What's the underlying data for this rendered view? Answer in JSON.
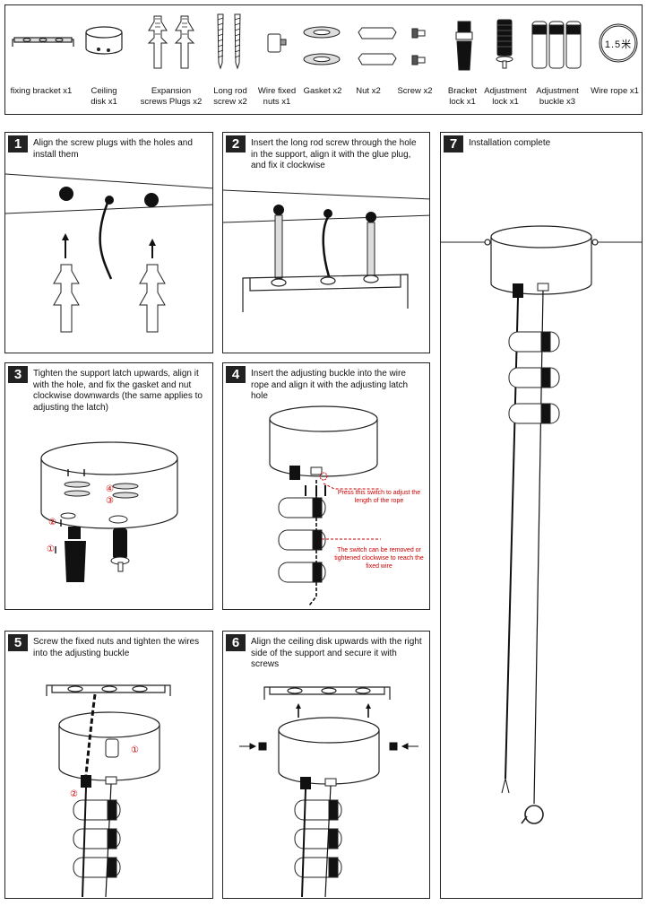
{
  "parts": [
    {
      "label_lines": [
        "fixing bracket x1"
      ],
      "icon": "fixing-bracket-icon"
    },
    {
      "label_lines": [
        "Ceiling",
        "disk x1"
      ],
      "icon": "ceiling-disk-icon"
    },
    {
      "label_lines": [
        "Expansion",
        "screws Plugs x2"
      ],
      "icon": "expansion-plug-icon"
    },
    {
      "label_lines": [
        "Long rod",
        "screw x2"
      ],
      "icon": "long-rod-screw-icon"
    },
    {
      "label_lines": [
        "Wire fixed",
        "nuts x1"
      ],
      "icon": "wire-fixed-nut-icon"
    },
    {
      "label_lines": [
        "Gasket x2"
      ],
      "icon": "gasket-icon"
    },
    {
      "label_lines": [
        "Nut x2"
      ],
      "icon": "nut-icon"
    },
    {
      "label_lines": [
        "Screw x2"
      ],
      "icon": "screw-icon"
    },
    {
      "label_lines": [
        "Bracket",
        "lock x1"
      ],
      "icon": "bracket-lock-icon"
    },
    {
      "label_lines": [
        "Adjustment",
        "lock x1"
      ],
      "icon": "adjustment-lock-icon"
    },
    {
      "label_lines": [
        "Adjustment",
        "buckle x3"
      ],
      "icon": "adjustment-buckle-icon"
    },
    {
      "label_lines": [
        "Wire rope x1"
      ],
      "icon": "wire-rope-icon"
    }
  ],
  "wire_rope_length": "1.5米",
  "steps": [
    {
      "number": "1",
      "text": "Align the screw plugs with the holes and install them"
    },
    {
      "number": "2",
      "text": "Insert the long rod screw through the hole in the support, align it with the glue plug, and fix it clockwise"
    },
    {
      "number": "3",
      "text": "Tighten the support latch upwards, align it with the hole, and fix the gasket and nut clockwise downwards (the same applies to adjusting the latch)"
    },
    {
      "number": "4",
      "text": "Insert the adjusting buckle into the wire rope and align it with the adjusting latch hole"
    },
    {
      "number": "5",
      "text": "Screw the fixed nuts and tighten the wires into the adjusting buckle"
    },
    {
      "number": "6",
      "text": "Align the ceiling disk upwards with the right side of the support and secure it with screws"
    },
    {
      "number": "7",
      "text": "Installation complete"
    }
  ],
  "step3_markers": [
    "①",
    "②",
    "③",
    "④"
  ],
  "step5_markers": [
    "①",
    "②"
  ],
  "step4_notes": {
    "switch_press_lines": [
      "Press this switch to adjust the",
      "length of the rope"
    ],
    "switch_remove_lines": [
      "The switch can be removed or",
      "tightened clockwise to reach the",
      "fixed wire"
    ]
  },
  "colors": {
    "note_red": "#cc0000",
    "badge_bg": "#222222"
  }
}
